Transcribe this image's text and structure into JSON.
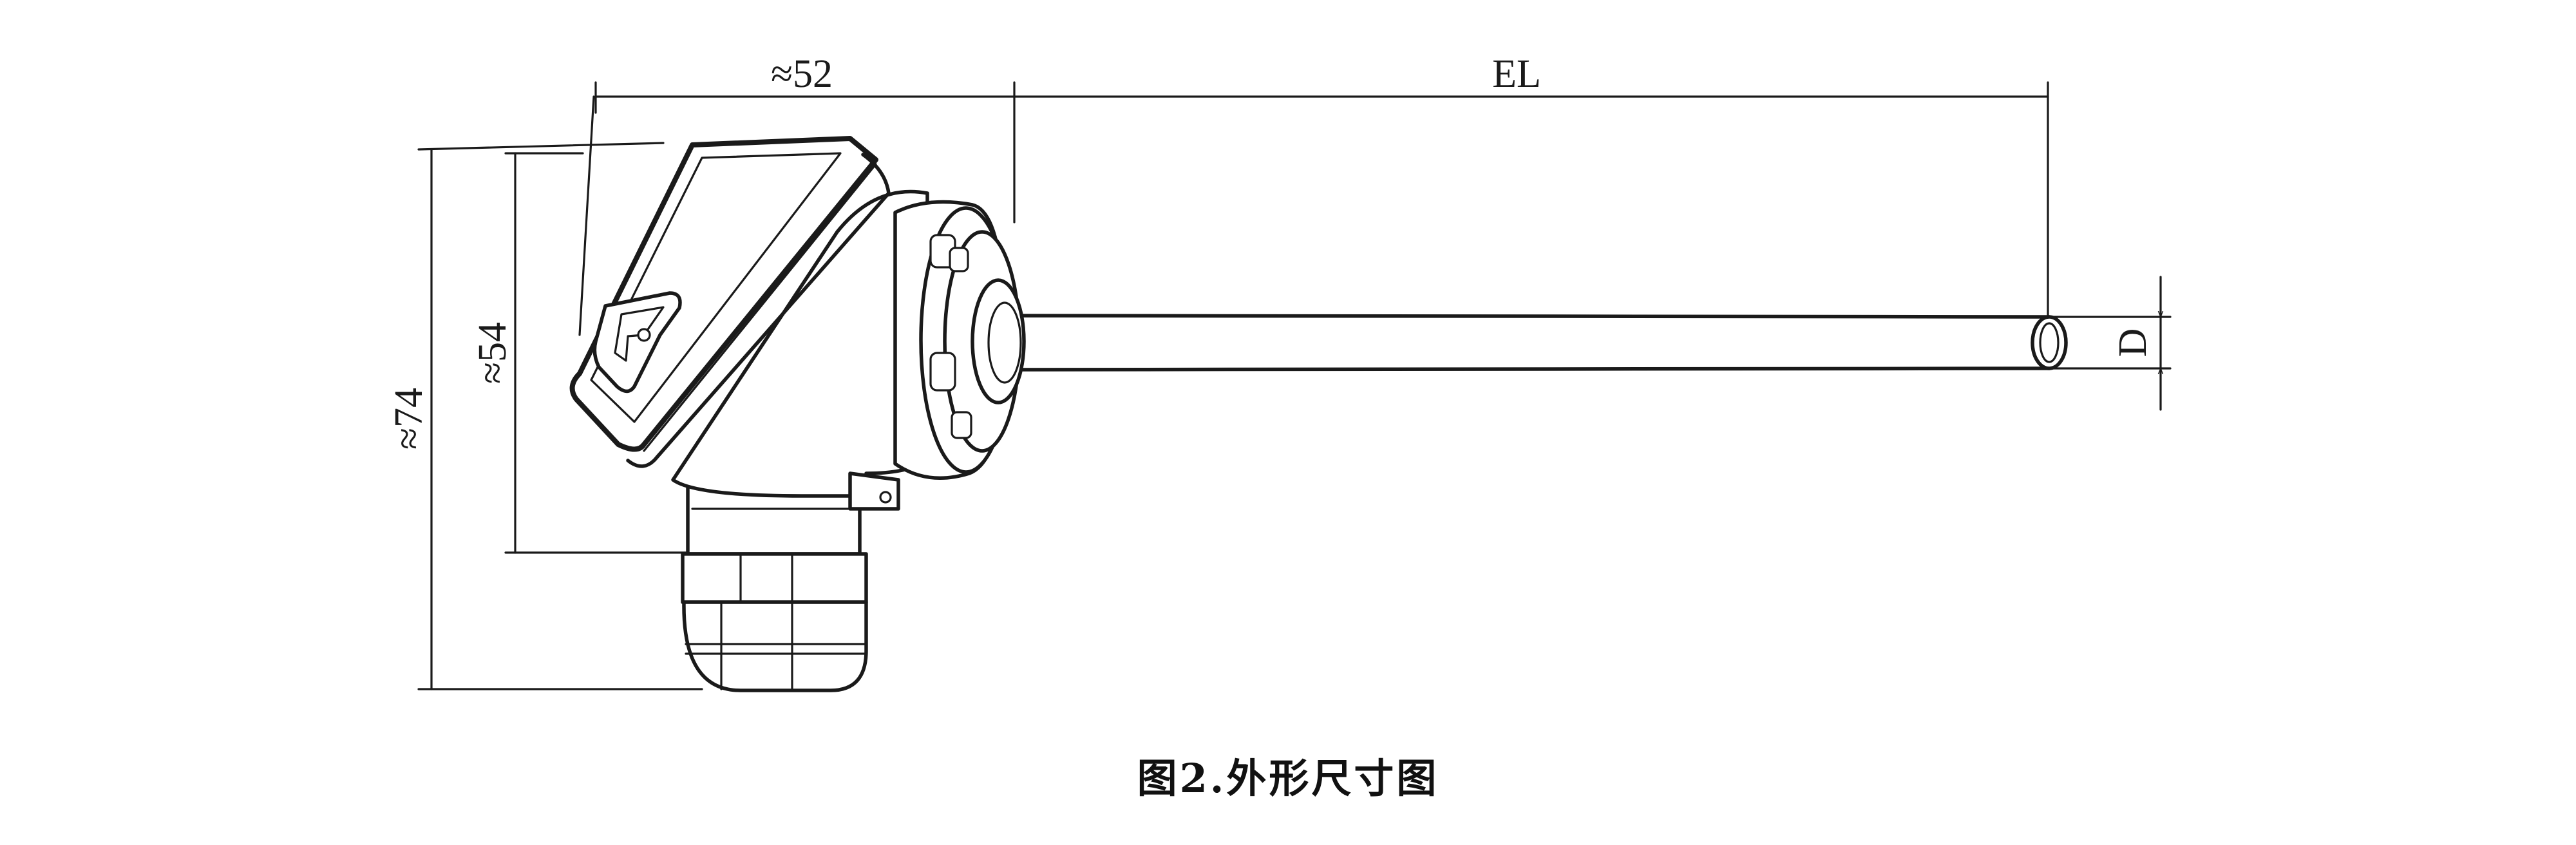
{
  "figure": {
    "caption": "图2.外形尺寸图",
    "dimensions": {
      "head_width": "≈52",
      "insertion_length": "EL",
      "head_height_inner": "≈54",
      "total_height": "≈74",
      "probe_diameter": "D"
    },
    "line_color": "#1a1a1a"
  }
}
